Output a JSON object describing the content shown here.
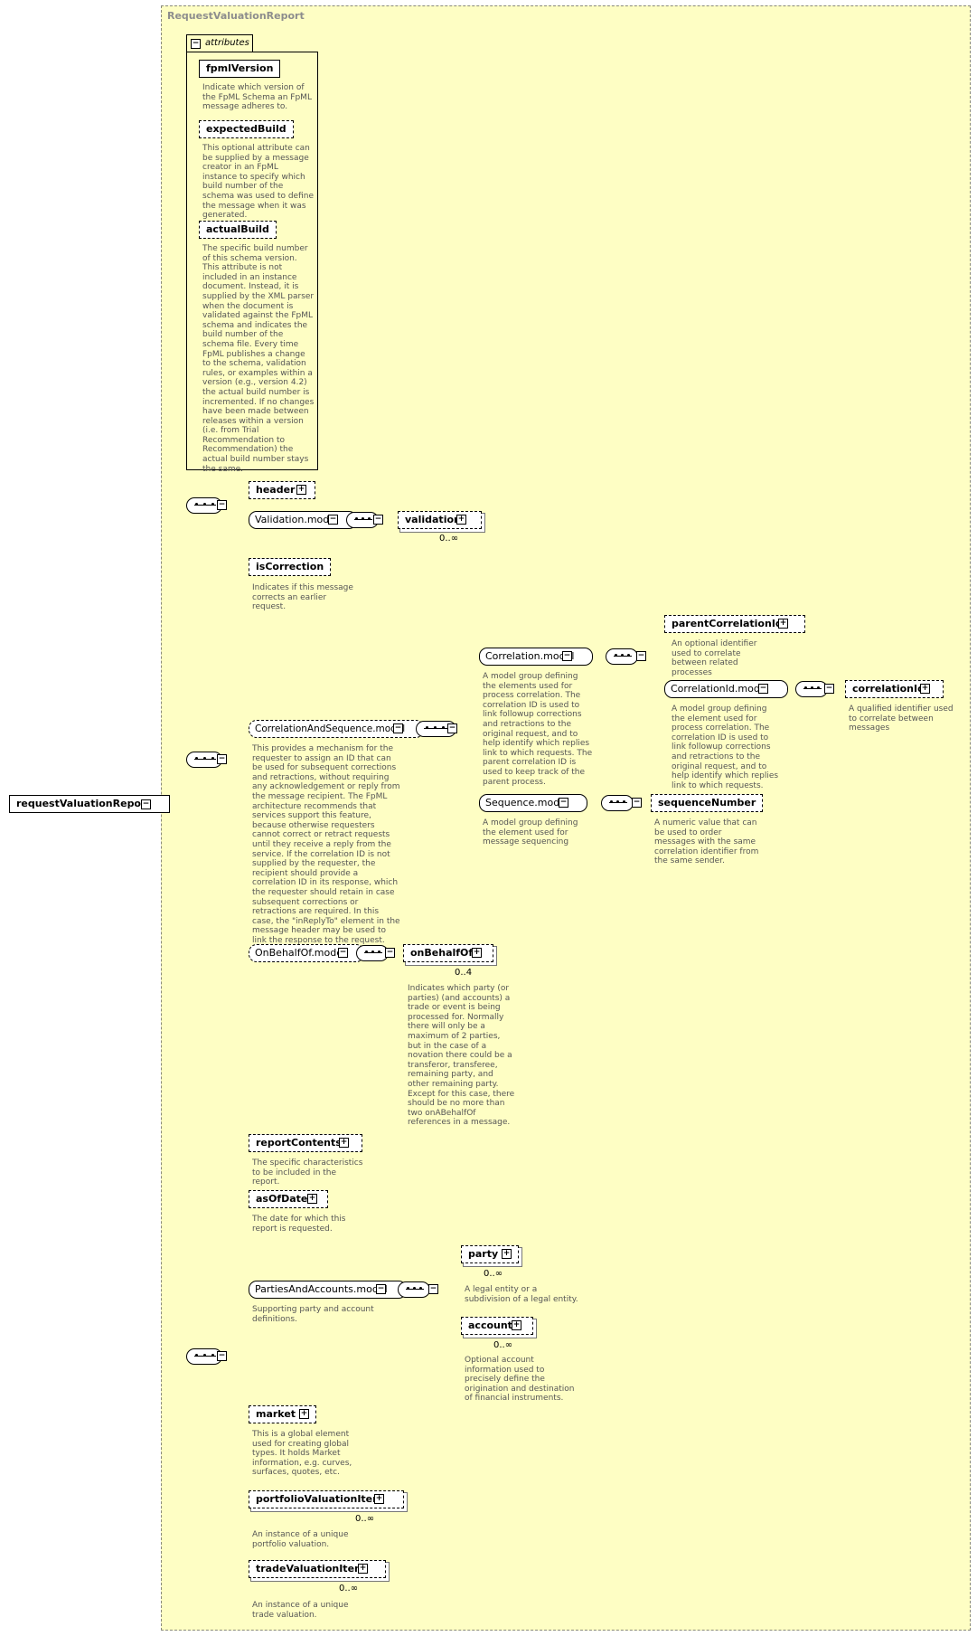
{
  "diagram": {
    "panel_title": "RequestValuationReport",
    "root": {
      "label": "requestValuationReport"
    },
    "attributes_tab": "attributes",
    "attributes": [
      {
        "name": "fpmlVersion",
        "desc": "Indicate which version of the FpML Schema an FpML message adheres to."
      },
      {
        "name": "expectedBuild",
        "desc": "This optional attribute can be supplied by a message creator in an FpML instance to specify which build number of the schema was used to define the message when it was generated."
      },
      {
        "name": "actualBuild",
        "desc": "The specific build number of this schema version. This attribute is not included in an instance document. Instead, it is supplied by the XML parser when the document is validated against the FpML schema and indicates the build number of the schema file. Every time FpML publishes a change to the schema, validation rules, or examples within a version (e.g., version 4.2) the actual build number is incremented. If no changes have been made between releases within a version (i.e. from Trial Recommendation to Recommendation) the actual build number stays the same."
      }
    ],
    "nodes": {
      "header": "header",
      "validation_model": "Validation.model",
      "validation": "validation",
      "validation_card": "0..∞",
      "isCorrection": "isCorrection",
      "isCorrection_desc": "Indicates if this message corrects an earlier request.",
      "cas_model": "CorrelationAndSequence.model",
      "cas_desc": "This provides a mechanism for the requester to assign an ID that can be used for subsequent corrections and retractions, without requiring any acknowledgement or reply from the message recipient. The FpML architecture recommends that services support this feature, because otherwise requesters cannot correct or retract requests until they receive a reply from the service. If the correlation ID is not supplied by the requester, the recipient should provide a correlation ID in its response, which the requester should retain in case subsequent corrections or retractions are required. In this case, the \"inReplyTo\" element in the message header may be used to link the response to the request.",
      "correlation_model": "Correlation.model",
      "correlation_desc": "A model group defining the elements used for process correlation. The correlation ID is used to link followup corrections and retractions to the original request, and to help identify which replies link to which requests. The parent correlation ID is used to keep track of the parent process.",
      "parentCorrelationId": "parentCorrelationId",
      "parentCorrelationId_desc": "An optional identifier used to correlate between related processes",
      "correlationId_model": "CorrelationId.model",
      "correlationId_model_desc": "A model group defining the element used for process correlation. The correlation ID is used to link followup corrections and retractions to the original request, and to help identify which replies link to which requests.",
      "correlationId": "correlationId",
      "correlationId_desc": "A qualified identifier used to correlate between messages",
      "sequence_model": "Sequence.model",
      "sequence_desc": "A model group defining the element used for message sequencing",
      "sequenceNumber": "sequenceNumber",
      "sequenceNumber_desc": "A numeric value that can be used to order messages with the same correlation identifier from the same sender.",
      "obo_model": "OnBehalfOf.model",
      "onBehalfOf": "onBehalfOf",
      "onBehalfOf_card": "0..4",
      "onBehalfOf_desc": "Indicates which party (or parties) (and accounts) a trade or event is being processed for. Normally there will only be a maximum of 2 parties, but in the case of a novation there could be a transferor, transferee, remaining party, and other remaining party. Except for this case, there should be no more than two onABehalfOf references in a message.",
      "reportContents": "reportContents",
      "reportContents_desc": "The specific characteristics to be included in the report.",
      "asOfDate": "asOfDate",
      "asOfDate_desc": "The date for which this report is requested.",
      "pa_model": "PartiesAndAccounts.model",
      "pa_desc": "Supporting party and account definitions.",
      "party": "party",
      "party_card": "0..∞",
      "party_desc": "A legal entity or a subdivision of a legal entity.",
      "account": "account",
      "account_card": "0..∞",
      "account_desc": "Optional account information used to precisely define the origination and destination of financial instruments.",
      "market": "market",
      "market_desc": "This is a global element used for creating global types. It holds Market information, e.g. curves, surfaces, quotes, etc.",
      "portfolioValuationItem": "portfolioValuationItem",
      "portfolioValuationItem_card": "0..∞",
      "portfolioValuationItem_desc": "An instance of a unique portfolio valuation.",
      "tradeValuationItem": "tradeValuationItem",
      "tradeValuationItem_card": "0..∞",
      "tradeValuationItem_desc": "An instance of a unique trade valuation."
    }
  }
}
